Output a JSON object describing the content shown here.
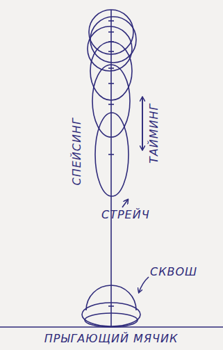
{
  "diagram": {
    "caption": "ПРЫГАЮЩИЙ МЯЧИК",
    "labels": [
      "СПЕЙСИНГ",
      "ТАЙМИНГ",
      "СТРЕЙЧ",
      "СКВОШ"
    ]
  }
}
